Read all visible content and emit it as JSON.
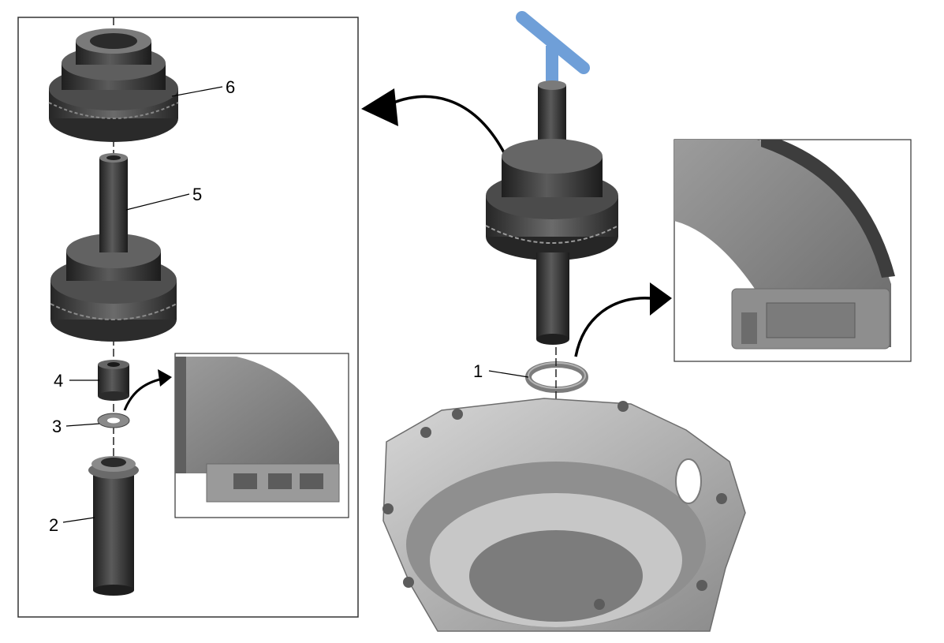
{
  "callouts": {
    "c1": "1",
    "c2": "2",
    "c3": "3",
    "c4": "4",
    "c5": "5",
    "c6": "6"
  },
  "colors": {
    "part_dark": "#3a3a3a",
    "part_mid": "#5a5a5a",
    "part_light": "#8c8c8c",
    "seal_gray": "#8e8e8e",
    "housing": "#b9b9b9",
    "tool_blue": "#6f9fd8",
    "frame": "#333333"
  },
  "icons": {
    "exploded_panel": "exploded-view",
    "arrow": "curved-arrow",
    "tool": "t-handle-tool",
    "detail": "seal-cross-section"
  }
}
